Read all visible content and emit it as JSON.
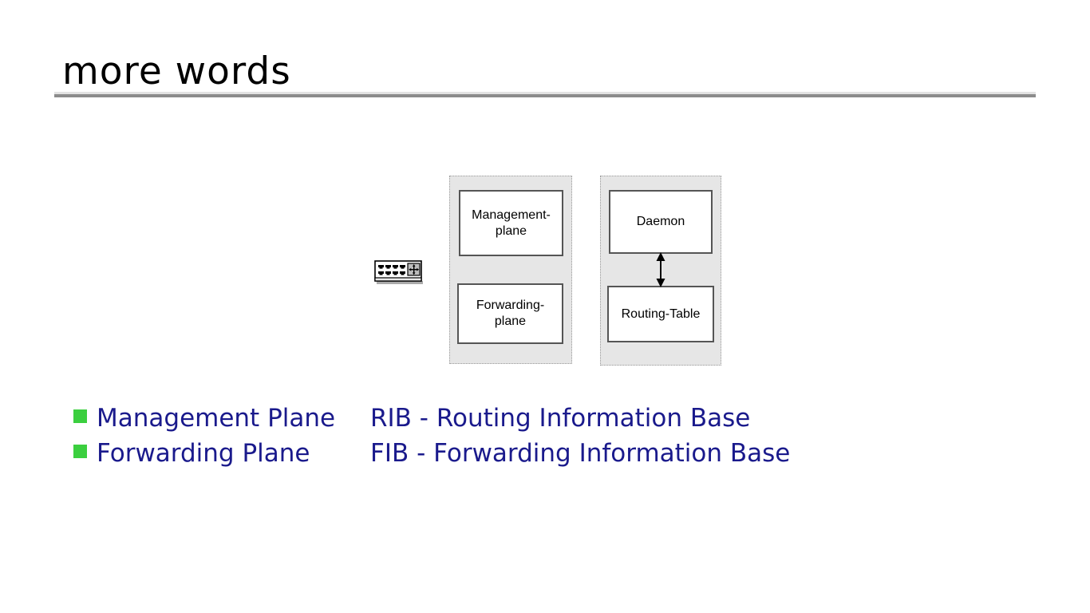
{
  "slide": {
    "title": "more words"
  },
  "diagram": {
    "router_icon": {
      "name": "router-device-icon",
      "port_count": 8
    },
    "panels": [
      {
        "id": "panel-left",
        "boxes": [
          {
            "id": "box-management",
            "label": "Management-\nplane"
          },
          {
            "id": "box-forwarding",
            "label": "Forwarding-\nplane"
          }
        ]
      },
      {
        "id": "panel-right",
        "boxes": [
          {
            "id": "box-daemon",
            "label": "Daemon"
          },
          {
            "id": "box-routing",
            "label": "Routing-Table"
          }
        ],
        "connector": {
          "name": "double-headed-arrow",
          "from": "Daemon",
          "to": "Routing-Table"
        }
      }
    ]
  },
  "content": {
    "rows": [
      {
        "left": "Management Plane",
        "right": "RIB - Routing Information Base"
      },
      {
        "left": "Forwarding Plane",
        "right": "FIB - Forwarding Information Base"
      }
    ]
  },
  "colors": {
    "bullet": "#3bcf3f",
    "text": "#1a1a8c",
    "panel_fill": "#e6e6e6",
    "rule_dark": "#8c8c8c",
    "rule_light": "#e3e3e3",
    "box_border": "#555555",
    "background": "#ffffff"
  }
}
